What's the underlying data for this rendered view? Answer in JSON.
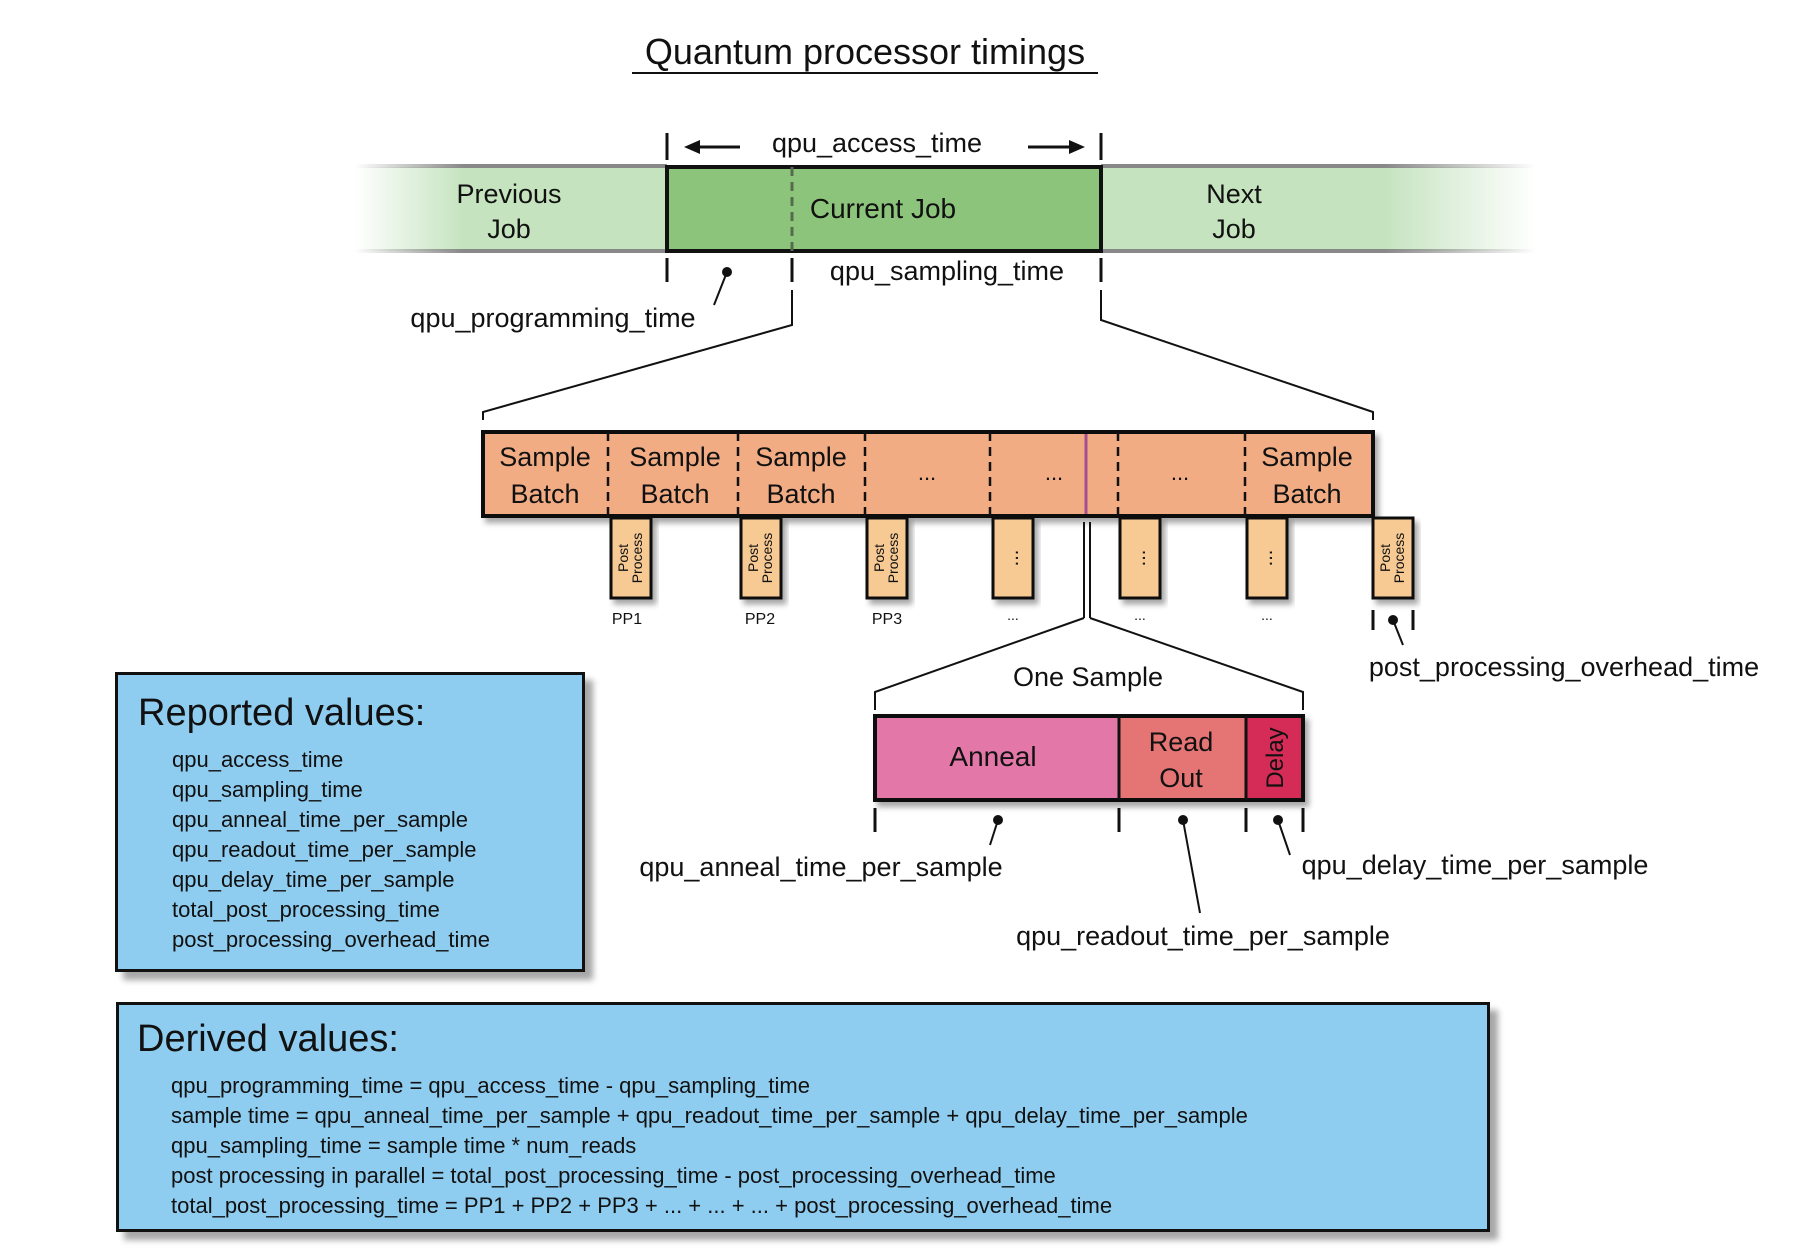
{
  "title": "Quantum processor timings",
  "timeline": {
    "access_label": "qpu_access_time",
    "previous_job": [
      "Previous",
      "Job"
    ],
    "current_job": "Current Job",
    "next_job": [
      "Next",
      "Job"
    ],
    "sampling_label": "qpu_sampling_time",
    "programming_label": "qpu_programming_time"
  },
  "batches": {
    "cells": [
      [
        "Sample",
        "Batch"
      ],
      [
        "Sample",
        "Batch"
      ],
      [
        "Sample",
        "Batch"
      ],
      [
        "..."
      ],
      [
        "..."
      ],
      [
        "..."
      ],
      [
        "Sample",
        "Batch"
      ]
    ],
    "post_process": [
      "Post",
      "Process"
    ],
    "pp_labels": [
      "PP1",
      "PP2",
      "PP3",
      "...",
      "...",
      "..."
    ],
    "overhead_label": "post_processing_overhead_time"
  },
  "sample": {
    "title": "One Sample",
    "anneal": "Anneal",
    "readout": [
      "Read",
      "Out"
    ],
    "delay": "Delay",
    "anneal_label": "qpu_anneal_time_per_sample",
    "readout_label": "qpu_readout_time_per_sample",
    "delay_label": "qpu_delay_time_per_sample"
  },
  "reported": {
    "title": "Reported values:",
    "items": [
      "qpu_access_time",
      "qpu_sampling_time",
      "qpu_anneal_time_per_sample",
      "qpu_readout_time_per_sample",
      "qpu_delay_time_per_sample",
      "total_post_processing_time",
      "post_processing_overhead_time"
    ]
  },
  "derived": {
    "title": "Derived values:",
    "items": [
      "qpu_programming_time = qpu_access_time - qpu_sampling_time",
      "sample time = qpu_anneal_time_per_sample + qpu_readout_time_per_sample + qpu_delay_time_per_sample",
      "qpu_sampling_time = sample time * num_reads",
      "post processing in parallel = total_post_processing_time - post_processing_overhead_time",
      "total_post_processing_time = PP1 + PP2 + PP3 + ... + ... + ... + post_processing_overhead_time"
    ]
  },
  "colors": {
    "current_job": "#8dc47c",
    "adjacent_job": "#c5e3bf",
    "sample_batch": "#f2ac84",
    "post_process": "#f7c993",
    "anneal": "#e377a8",
    "readout": "#e57474",
    "delay": "#d42c57",
    "info_box": "#8fcdf0"
  }
}
